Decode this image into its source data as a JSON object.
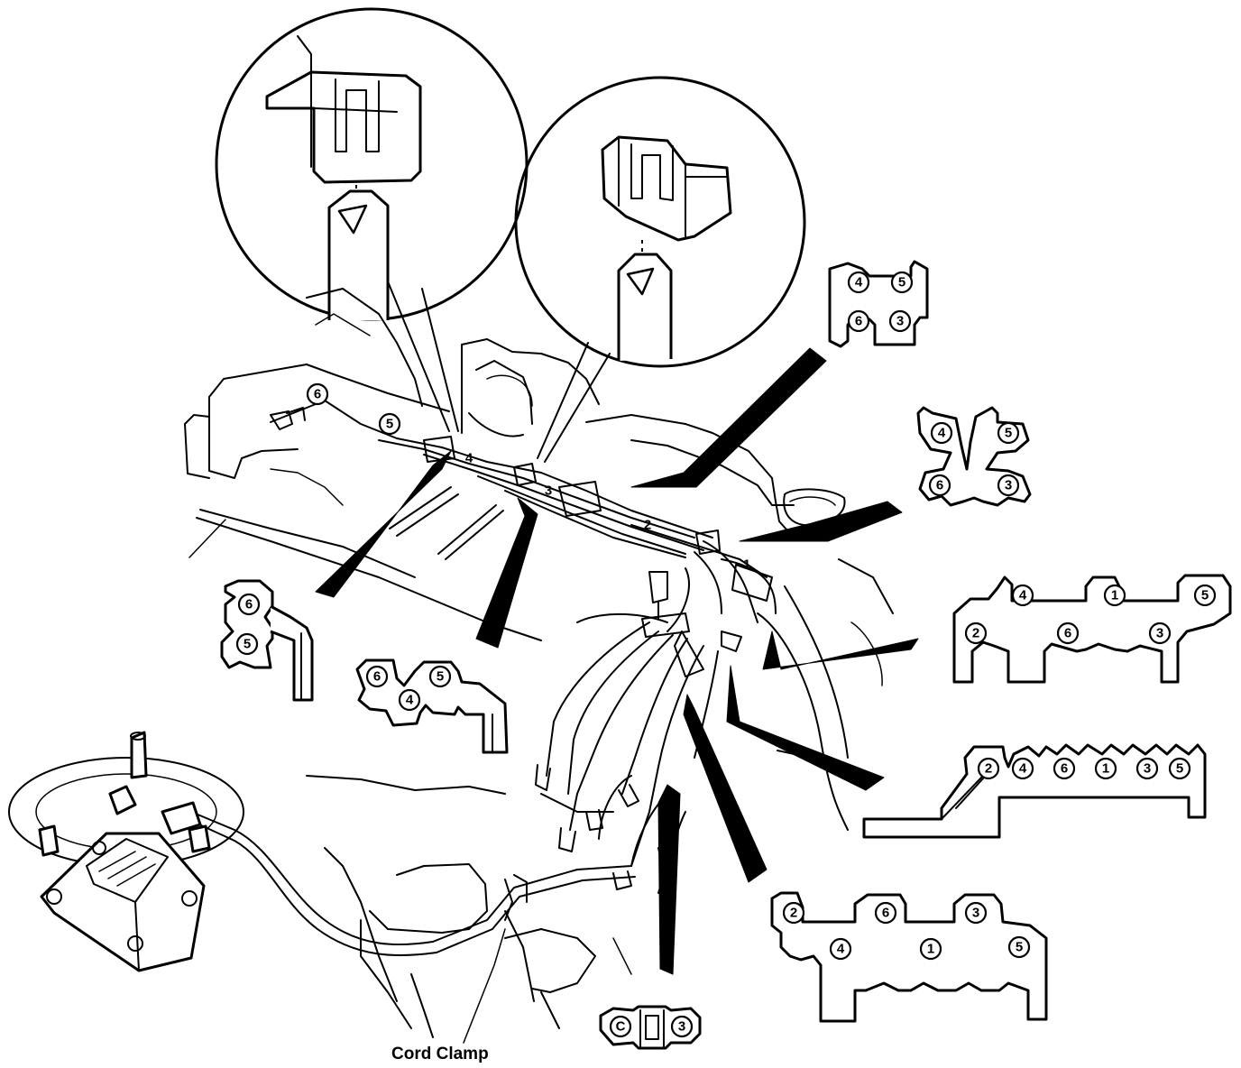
{
  "caption": {
    "cord_clamp": "Cord Clamp"
  },
  "engine_labels": {
    "cyl6": "6",
    "cyl5": "5",
    "cyl4": "4",
    "cyl3": "3",
    "cyl2": "2",
    "cyl1": "1",
    "coil": "C"
  },
  "clamp_4536": {
    "a": "4",
    "b": "5",
    "c": "6",
    "d": "3"
  },
  "clamp_fork": {
    "a": "4",
    "b": "5",
    "c": "6",
    "d": "3"
  },
  "clamp_long_a": {
    "a": "4",
    "b": "1",
    "c": "5",
    "d": "2",
    "e": "6",
    "f": "3"
  },
  "clamp_long_b": {
    "a": "2",
    "b": "4",
    "c": "6",
    "d": "1",
    "e": "3",
    "f": "5"
  },
  "clamp_long_c": {
    "a": "2",
    "b": "6",
    "c": "3",
    "d": "4",
    "e": "1",
    "f": "5"
  },
  "clamp_65": {
    "a": "6",
    "b": "5"
  },
  "clamp_654": {
    "a": "6",
    "b": "5",
    "c": "4"
  },
  "clamp_c3": {
    "a": "C",
    "b": "3"
  }
}
